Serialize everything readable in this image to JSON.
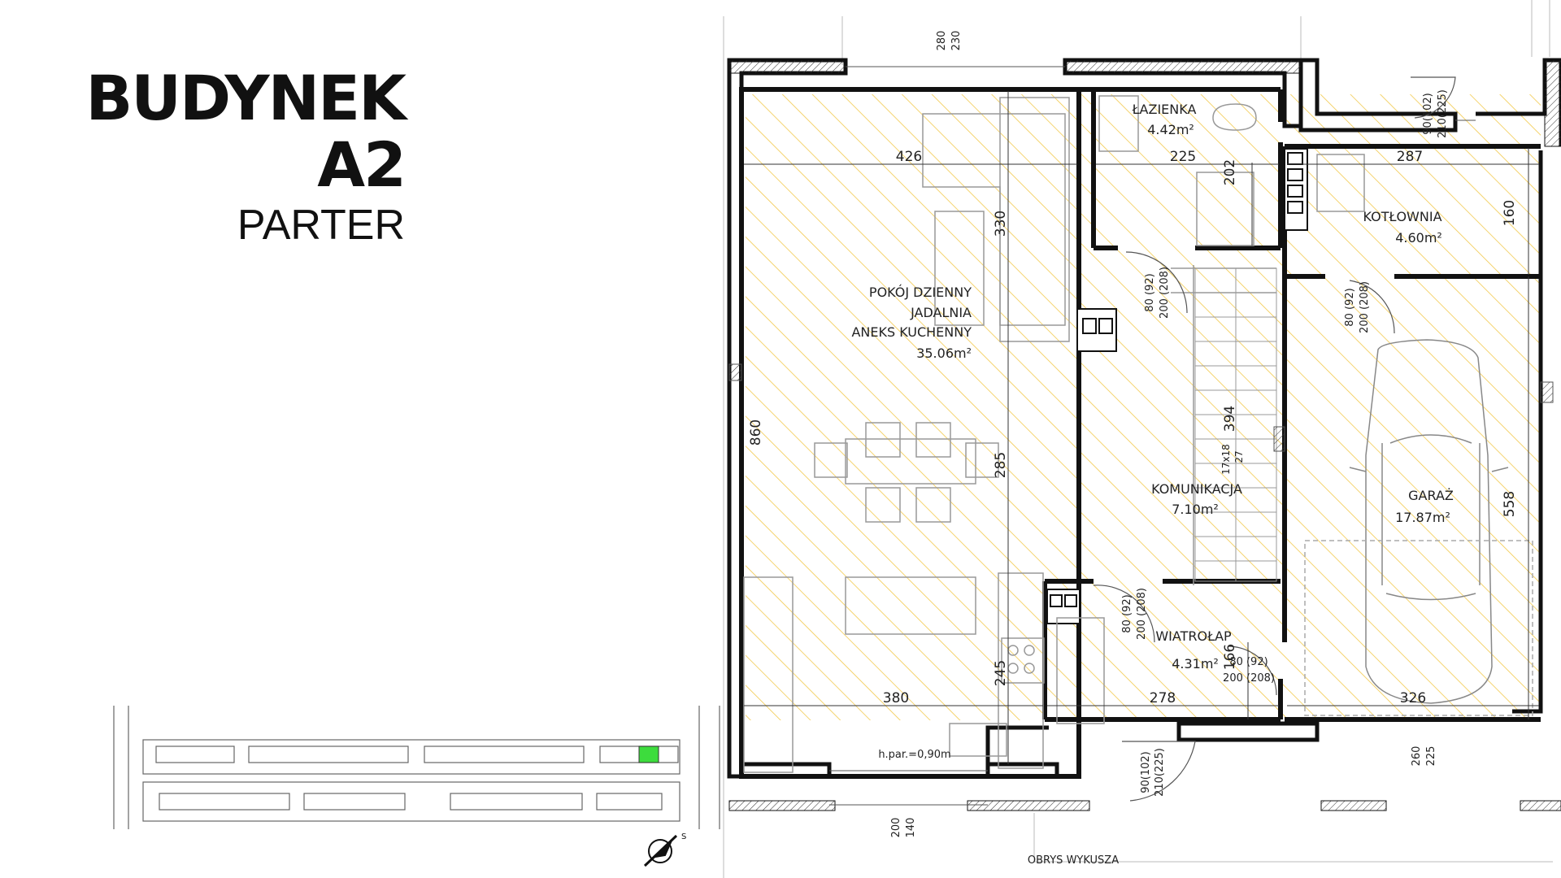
{
  "header": {
    "title": "BUDYNEK A2",
    "subtitle": "PARTER"
  },
  "rooms": [
    {
      "lines": [
        "POKÓJ DZIENNY",
        "JADALNIA",
        "ANEKS KUCHENNY"
      ],
      "area": "35.06m²"
    },
    {
      "name": "ŁAZIENKA",
      "area": "4.42m²"
    },
    {
      "name": "KOTŁOWNIA",
      "area": "4.60m²"
    },
    {
      "name": "KOMUNIKACJA",
      "area": "7.10m²"
    },
    {
      "name": "GARAŻ",
      "area": "17.87m²"
    },
    {
      "name": "WIATROŁAP",
      "area": "4.31m²"
    }
  ],
  "dimensions": [
    "426",
    "225",
    "287",
    "330",
    "202",
    "160",
    "860",
    "285",
    "394",
    "558",
    "380",
    "278",
    "326",
    "245",
    "166"
  ],
  "door_labels": [
    "80 (92)",
    "200 (208)",
    "90(102)",
    "210(225)",
    "80 (92)",
    "200 (208)",
    "80 (92)",
    "200 (208)",
    "80 (92)",
    "200 (208)",
    "90(102)",
    "210(225)"
  ],
  "window_labels": [
    "280",
    "230",
    "200",
    "140",
    "260",
    "225"
  ],
  "stairs_label": [
    "17x18",
    "27"
  ],
  "notes": {
    "parapet": "h.par.=0,90m",
    "bay": "OBRYS WYKUSZA"
  },
  "compass_letter": "S",
  "colors": {
    "hatch": "#f2c94c",
    "wall": "#111111",
    "highlight": "#3ddc3d"
  }
}
